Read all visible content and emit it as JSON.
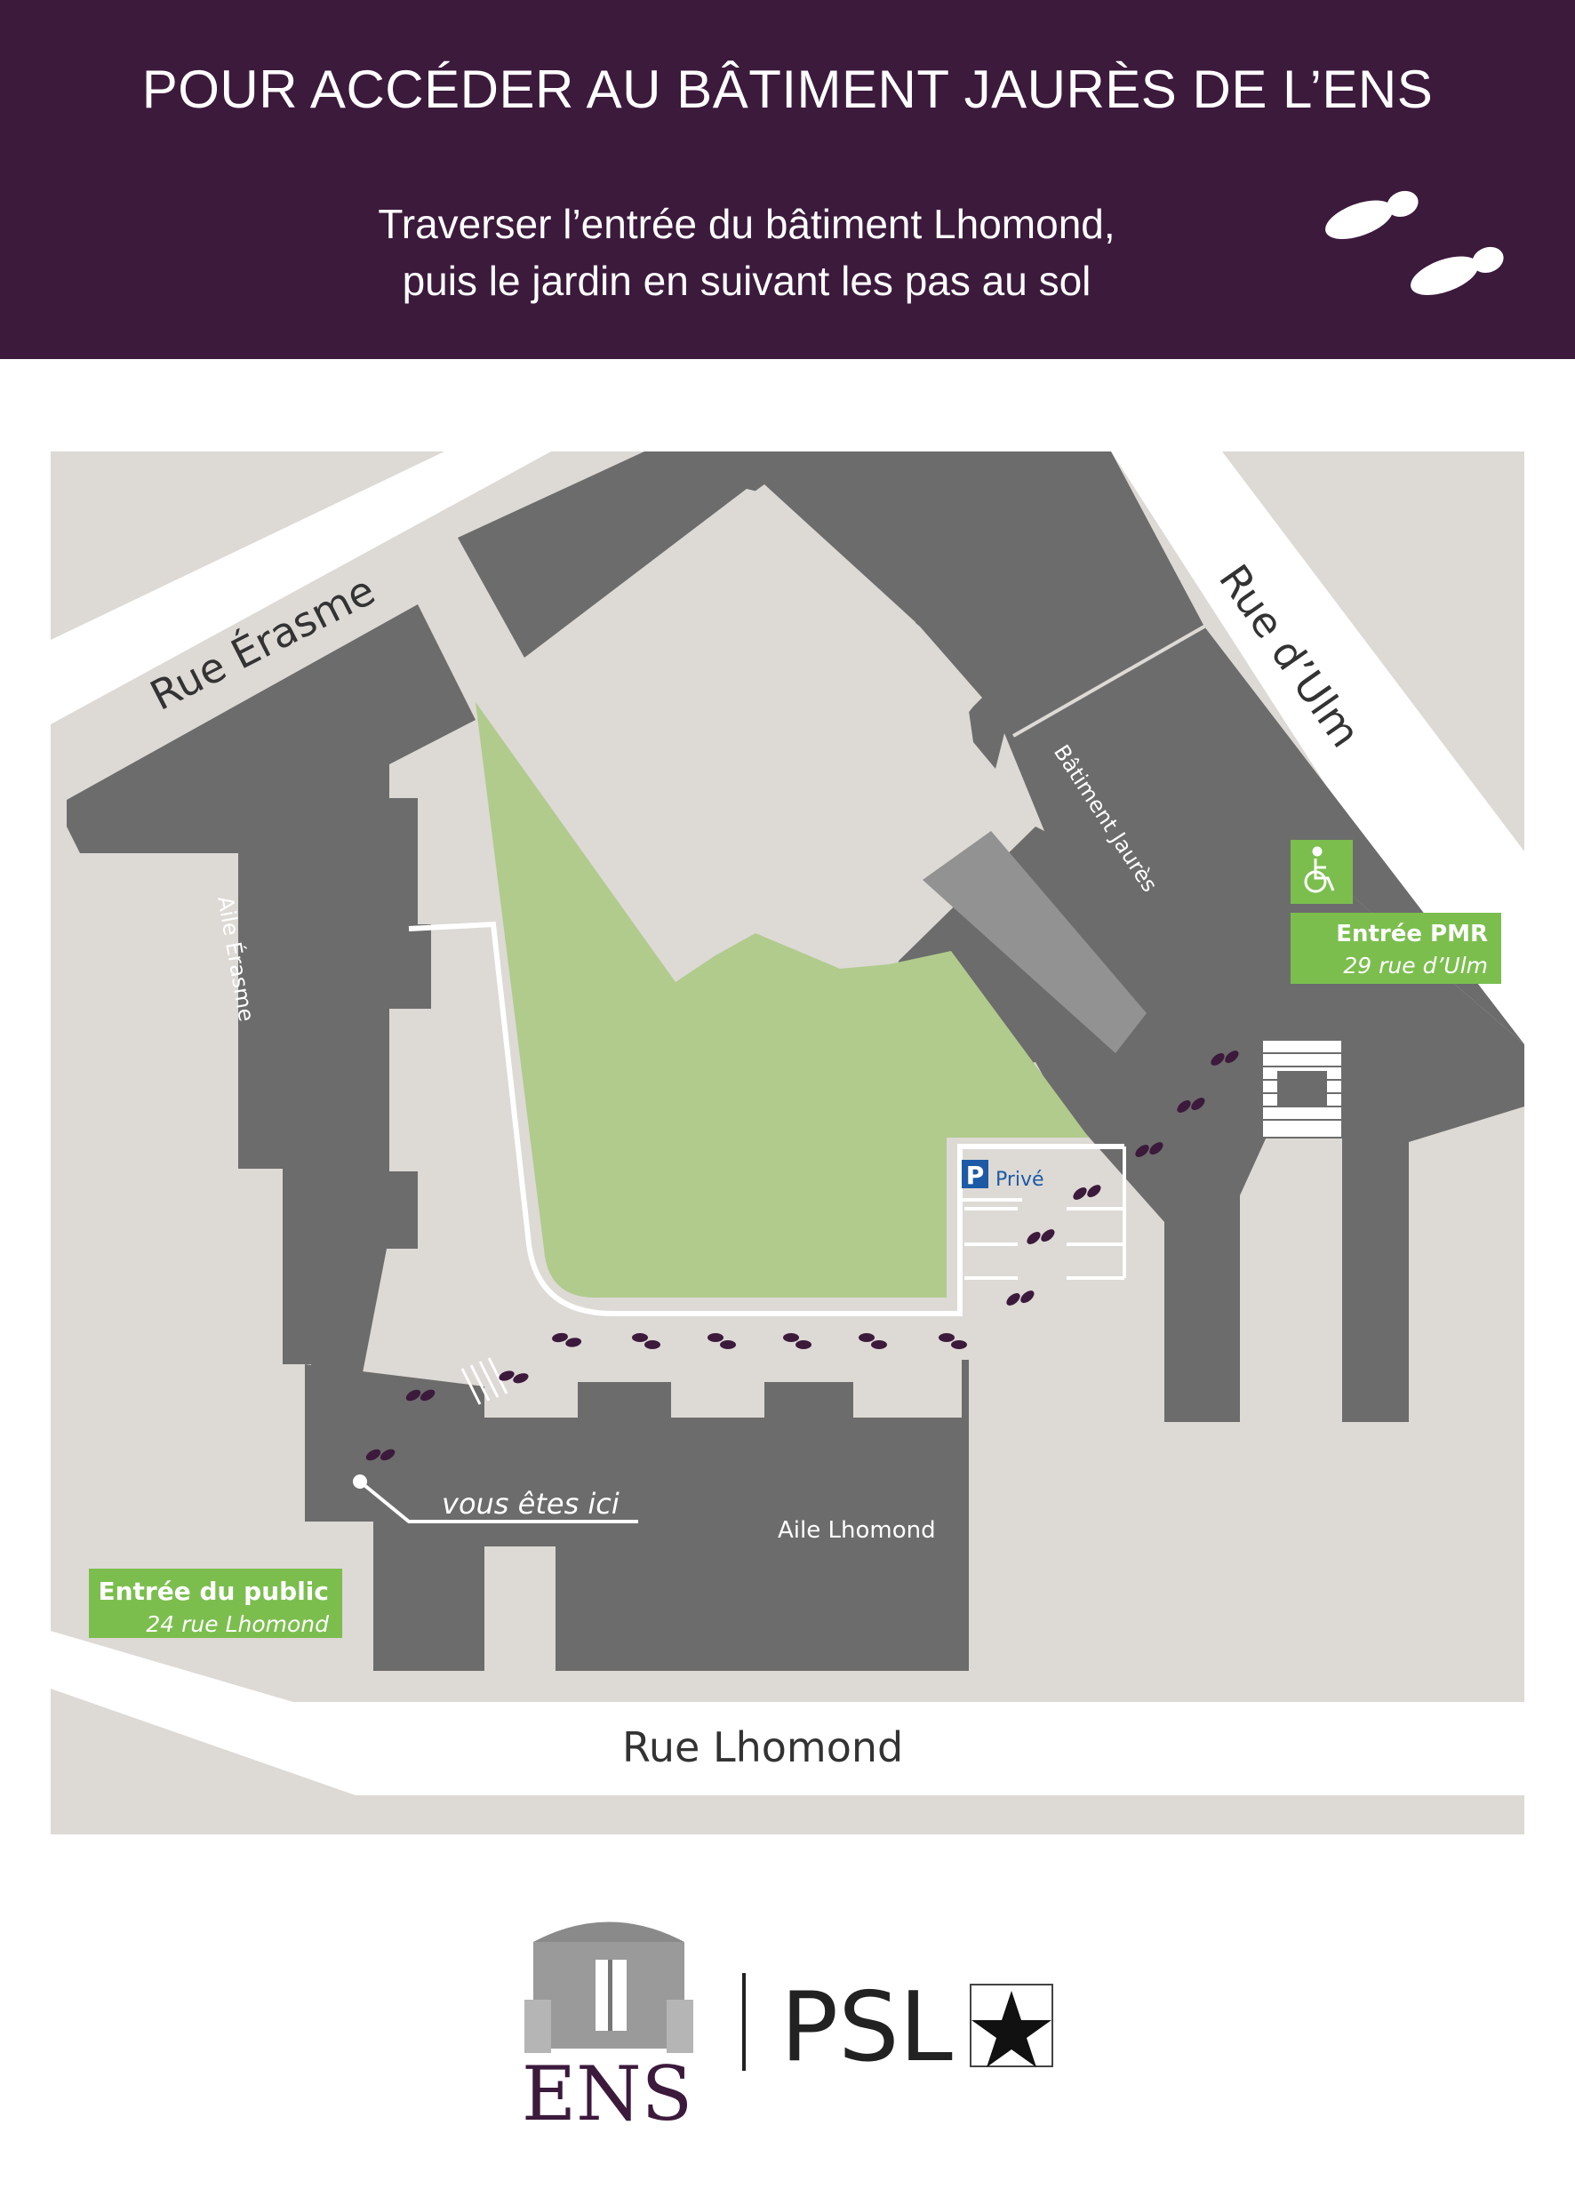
{
  "header": {
    "title": "POUR ACCÉDER AU BÂTIMENT JAURÈS DE L’ENS",
    "instruction_line1": "Traverser l’entrée du bâtiment Lhomond,",
    "instruction_line2": "puis le jardin en suivant les pas au sol",
    "icon": "footprints-icon"
  },
  "map": {
    "streets": {
      "rue_erasme": "Rue Érasme",
      "rue_ulm": "Rue d’Ulm",
      "rue_lhomond": "Rue Lhomond"
    },
    "buildings": {
      "aile_erasme": "Aile Érasme",
      "batiment_jaures": "Bâtiment Jaurès",
      "aile_lhomond": "Aile Lhomond"
    },
    "parking": {
      "letter": "P",
      "label": "Privé"
    },
    "entree_pmr": {
      "title": "Entrée PMR",
      "address": "29 rue d’Ulm",
      "icon": "wheelchair-icon"
    },
    "entree_public": {
      "title": "Entrée du public",
      "address": "24 rue Lhomond"
    },
    "you_are_here": "vous êtes ici",
    "colors": {
      "header": "#3c1a3c",
      "building": "#6c6c6c",
      "ground": "#ddd9d5",
      "garden": "#b0cb8c",
      "entrance_badge": "#7bbe4e",
      "parking_sign": "#1c5aa6",
      "footprints": "#3c1a3c"
    }
  },
  "logos": {
    "ens": "ENS",
    "psl": "PSL",
    "ens_icon": "ens-building-icon",
    "psl_icon": "psl-star-icon"
  }
}
